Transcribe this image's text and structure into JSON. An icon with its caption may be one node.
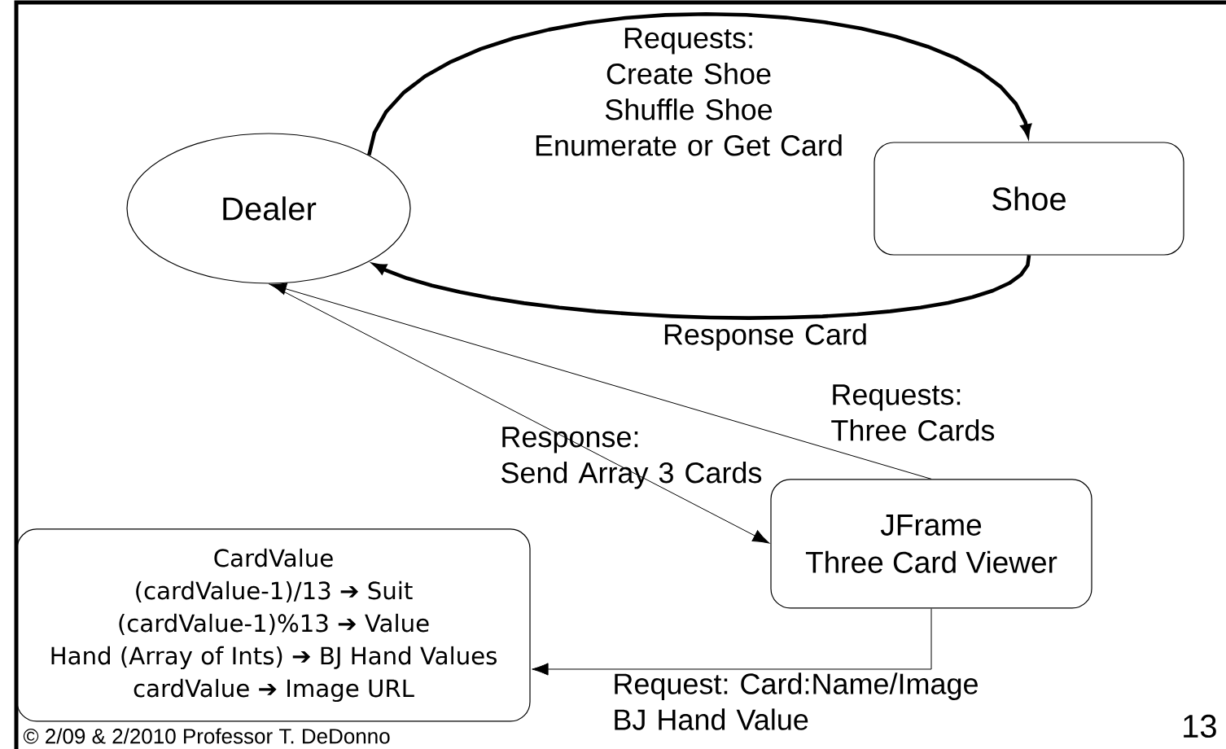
{
  "diagram": {
    "nodes": [
      {
        "text": [
          "Dealer"
        ]
      },
      {
        "text": [
          "Shoe"
        ]
      },
      {
        "text": [
          "JFrame",
          "Three Card Viewer"
        ]
      },
      {
        "text": [
          "CardValue",
          "(cardValue-1)/13 ➔ Suit",
          "(cardValue-1)%13 ➔ Value",
          "Hand (Array of Ints) ➔ BJ Hand Values",
          "cardValue ➔ Image URL"
        ]
      }
    ],
    "edges": [
      {
        "from": 0,
        "to": 1,
        "arrow": "to",
        "style": "thick",
        "label": "Requests: Create Shoe Shuffle Shoe Enumerate or Get Card"
      },
      {
        "from": 1,
        "to": 0,
        "arrow": "to",
        "style": "thick",
        "label": "Response Card"
      },
      {
        "from": 2,
        "to": 0,
        "arrow": "to",
        "label": "Requests: Three Cards"
      },
      {
        "from": 0,
        "to": 2,
        "arrow": "to",
        "label": "Response: Send Array 3 Cards"
      },
      {
        "from": 2,
        "to": 3,
        "arrow": "to",
        "label": "Request: Card:Name/Image BJ Hand Value"
      }
    ],
    "labels": [
      "© 2/09 & 2/2010 Professor T. DeDonno",
      "13"
    ]
  }
}
